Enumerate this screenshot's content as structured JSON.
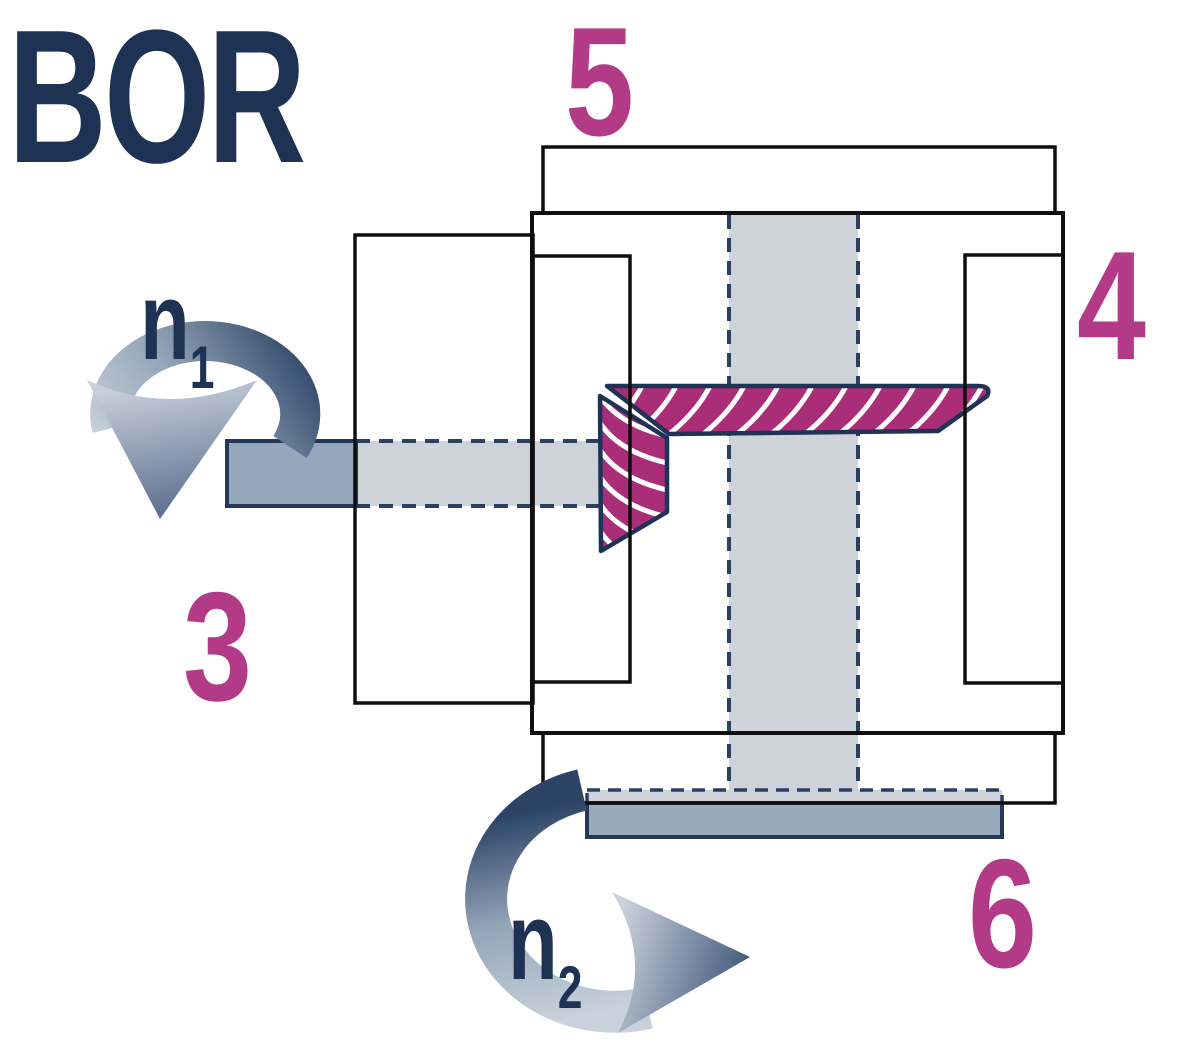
{
  "logo": {
    "text": "BOR",
    "color": "#1E3353"
  },
  "callouts": {
    "c5": "5",
    "c4": "4",
    "c3": "3",
    "c6": "6",
    "color": "#B23A86"
  },
  "speeds": {
    "n1": {
      "base": "n",
      "sub": "1"
    },
    "n2": {
      "base": "n",
      "sub": "2"
    },
    "color": "#1E3353"
  },
  "diagram": {
    "colors": {
      "background": "#FFFFFF",
      "housing_outline": "#0F0F0F",
      "gear_fill": "#AA2D78",
      "gear_outline": "#1F3354",
      "gear_hatch": "#FFFFFF",
      "input_shaft_fill": "#95A7BA",
      "input_shaft_outline": "#24385C",
      "hidden_part_fill": "#CDD3D9",
      "hidden_edge_dash": "#2B3F60",
      "output_disc_fill": "#98AABB",
      "arrow_dark": "#2C4366",
      "arrow_light": "#C9D2DC"
    }
  }
}
